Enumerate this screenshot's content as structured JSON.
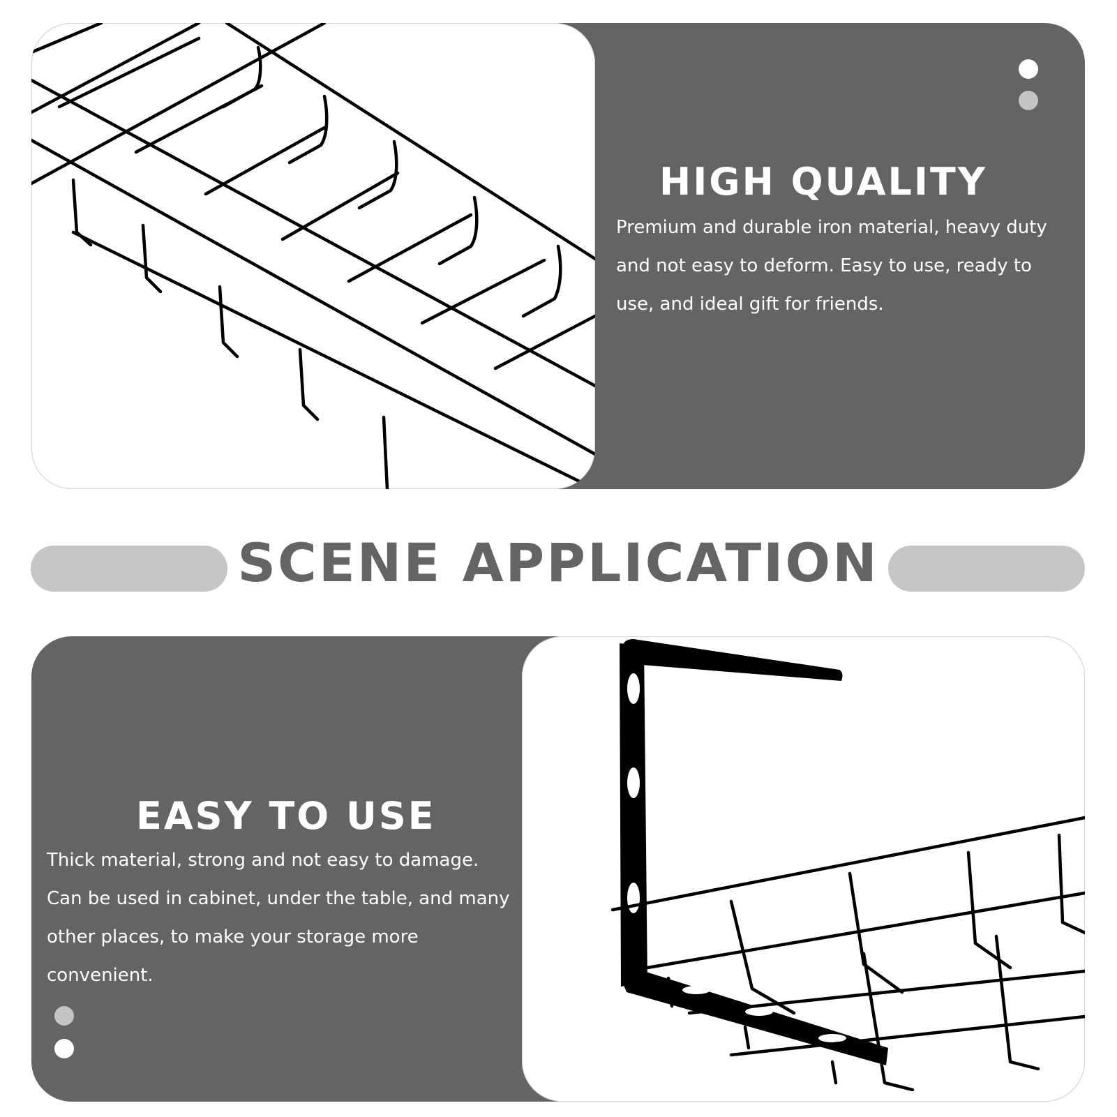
{
  "panels": {
    "quality": {
      "title": "HIGH QUALITY",
      "text": "Premium and durable iron material, heavy duty and not easy to deform. Easy to use, ready to use, and ideal gift for friends."
    },
    "easy": {
      "title": "EASY TO USE",
      "text": "Thick material, strong and not easy to damage. Can be used in cabinet, under the table, and many other places, to make your storage more convenient."
    }
  },
  "section": {
    "title": "SCENE APPLICATION"
  },
  "colors": {
    "panel_grey": "#646464",
    "pill_grey": "#c6c6c6",
    "dot_grey": "#c4c4c4",
    "product_black": "#000000"
  },
  "icons": {
    "quality_indicator": "pagination-dots-icon",
    "easy_indicator": "pagination-dots-icon"
  }
}
